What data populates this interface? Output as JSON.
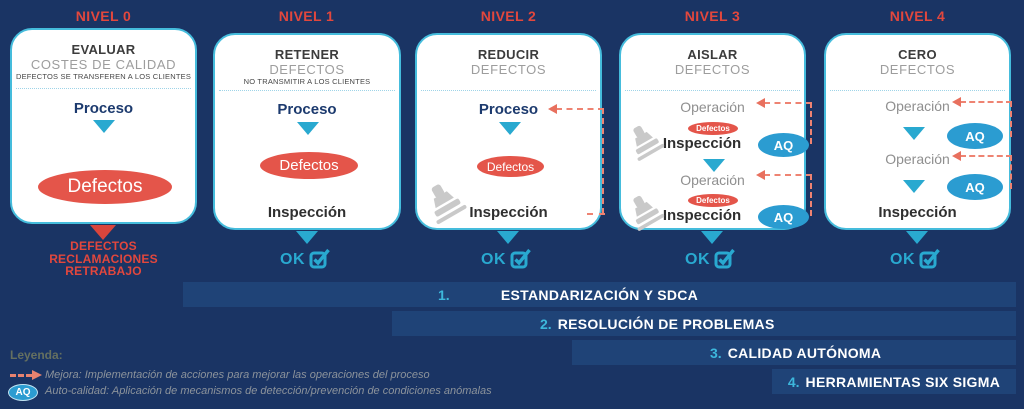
{
  "colors": {
    "background": "#1a3464",
    "bar_panel": "#1f4377",
    "card_border_cyan": "#45bcdc",
    "accent_cyan": "#29a9d0",
    "level_red": "#e2473d",
    "defects_oval_red": "#e4554a",
    "aq_blue": "#2b9cd1",
    "dashed_arrow_salmon": "#ee8372",
    "stamp_gray": "#c9c9c9"
  },
  "common": {
    "process": "Proceso",
    "defects": "Defectos",
    "inspection": "Inspección",
    "operation": "Operación",
    "aq": "AQ",
    "ok": "OK"
  },
  "levels": [
    {
      "label": "NIVEL 0",
      "title": "EVALUAR",
      "subtitle": "COSTES DE CALIDAD",
      "note": "DEFECTOS SE TRANSFEREN A LOS CLIENTES",
      "outcome": [
        "DEFECTOS",
        "RECLAMACIONES",
        "RETRABAJO"
      ]
    },
    {
      "label": "NIVEL 1",
      "title": "RETENER",
      "subtitle": "DEFECTOS",
      "note": "NO TRANSMITIR A LOS CLIENTES"
    },
    {
      "label": "NIVEL 2",
      "title": "REDUCIR",
      "subtitle": "DEFECTOS"
    },
    {
      "label": "NIVEL 3",
      "title": "AISLAR",
      "subtitle": "DEFECTOS"
    },
    {
      "label": "NIVEL 4",
      "title": "CERO",
      "subtitle": "DEFECTOS"
    }
  ],
  "bars": [
    {
      "number": "1.",
      "label": "ESTANDARIZACIÓN Y SDCA"
    },
    {
      "number": "2.",
      "label": "RESOLUCIÓN DE PROBLEMAS"
    },
    {
      "number": "3.",
      "label": "CALIDAD AUTÓNOMA"
    },
    {
      "number": "4.",
      "label": "HERRAMIENTAS SIX SIGMA"
    }
  ],
  "legend": {
    "title": "Leyenda:",
    "items": [
      {
        "icon": "dashed-arrow",
        "text": "Mejora: Implementación de acciones para mejorar las operaciones del proceso"
      },
      {
        "icon": "aq-badge",
        "icon_label": "AQ",
        "text": "Auto-calidad: Aplicación de mecanismos de detección/prevención de condiciones anómalas"
      }
    ]
  }
}
